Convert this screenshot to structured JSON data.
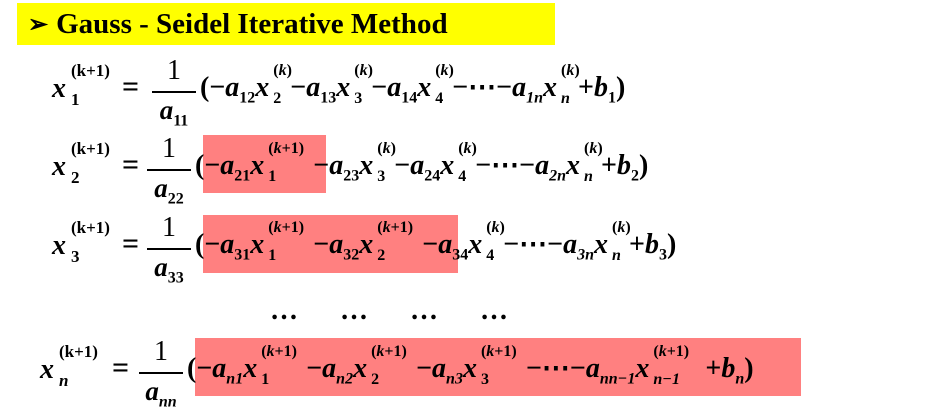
{
  "title": {
    "bullet_icon": "arrow-bullet-icon",
    "text": "Gauss - Seidel Iterative Method"
  },
  "highlight_color": "#ff8080",
  "title_bg_color": "#ffff00",
  "equations": [
    {
      "lhs_var": "x",
      "lhs_sup": "(k+1)",
      "lhs_sub": "1",
      "eq": "=",
      "numerator": "1",
      "den_var": "a",
      "den_sub": "11",
      "expr": "(−a12x2(k) − a13x3(k) − a14x4(k) −⋯− a1nxn(k) + b1)"
    },
    {
      "lhs_var": "x",
      "lhs_sup": "(k+1)",
      "lhs_sub": "2",
      "eq": "=",
      "numerator": "1",
      "den_var": "a",
      "den_sub": "22",
      "expr": "(−a21x1(k+1) − a23x3(k) − a24x4(k) −⋯− a2nxn(k) + b2)"
    },
    {
      "lhs_var": "x",
      "lhs_sup": "(k+1)",
      "lhs_sub": "3",
      "eq": "=",
      "numerator": "1",
      "den_var": "a",
      "den_sub": "33",
      "expr": "(−a31x1(k+1) − a32x2(k+1) − a34x4(k) −⋯− a3nxn(k) + b3)"
    },
    {
      "lhs_var": "x",
      "lhs_sup": "(k+1)",
      "lhs_sub": "n",
      "eq": "=",
      "numerator": "1",
      "den_var": "a",
      "den_sub": "nn",
      "expr": "(−an1x1(k+1) − an2x2(k+1) − an3x3(k+1) −⋯− ann−1xn−1(k+1) + bn)"
    }
  ],
  "ellipsis_row": [
    "…",
    "…",
    "…",
    "…"
  ]
}
